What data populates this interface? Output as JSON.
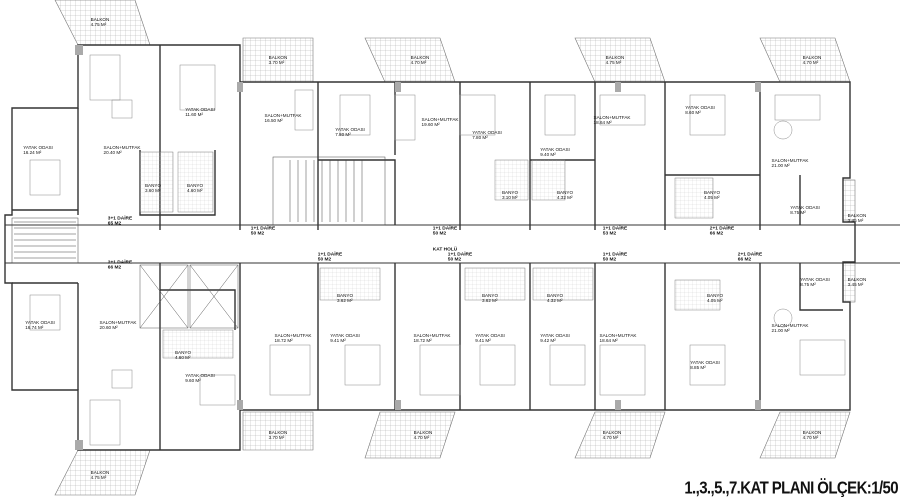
{
  "title": "1.,3.,5.,7.KAT PLANI ÖLÇEK:1/50",
  "corridor_label": "KAT HOLÜ",
  "rooms": [
    {
      "name": "BALKON",
      "area": "4.75 M²"
    },
    {
      "name": "BALKON",
      "area": "3.70 M²"
    },
    {
      "name": "BALKON",
      "area": "4.70 M²"
    },
    {
      "name": "BALKON",
      "area": "4.75 M²"
    },
    {
      "name": "BALKON",
      "area": "4.70 M²"
    },
    {
      "name": "YATAK ODASI",
      "area": "11.60 M²"
    },
    {
      "name": "SALON+MUTFAK",
      "area": "16.50 M²"
    },
    {
      "name": "YATAK ODASI",
      "area": "7.80 M²"
    },
    {
      "name": "SALON+MUTFAK",
      "area": "19.60 M²"
    },
    {
      "name": "YATAK ODASI",
      "area": "7.80 M²"
    },
    {
      "name": "YATAK ODASI",
      "area": "9.40 M²"
    },
    {
      "name": "SALON+MUTFAK",
      "area": "18.64 M²"
    },
    {
      "name": "YATAK ODASI",
      "area": "8.60 M²"
    },
    {
      "name": "SALON+MUTFAK",
      "area": "21.00 M²"
    },
    {
      "name": "YATAK ODASI",
      "area": "8.75 M²"
    },
    {
      "name": "BALKON",
      "area": "3.45 M²"
    },
    {
      "name": "YATAK ODASI",
      "area": "16.24 M²"
    },
    {
      "name": "SALON+MUTFAK",
      "area": "20.40 M²"
    },
    {
      "name": "BANYO",
      "area": "3.60 M²"
    },
    {
      "name": "BANYO",
      "area": "4.60 M²"
    },
    {
      "name": "BANYO",
      "area": "3.10 M²"
    },
    {
      "name": "BANYO",
      "area": "4.32 M²"
    },
    {
      "name": "BANYO",
      "area": "4.05 M²"
    },
    {
      "name": "YATAK ODASI",
      "area": "16.74 M²"
    },
    {
      "name": "SALON+MUTFAK",
      "area": "20.60 M²"
    },
    {
      "name": "BANYO",
      "area": "4.60 M²"
    },
    {
      "name": "YATAK ODASI",
      "area": "9.60 M²"
    },
    {
      "name": "SALON+MUTFAK",
      "area": "18.72 M²"
    },
    {
      "name": "BANYO",
      "area": "3.62 M²"
    },
    {
      "name": "YATAK ODASI",
      "area": "9.41 M²"
    },
    {
      "name": "SALON+MUTFAK",
      "area": "18.72 M²"
    },
    {
      "name": "BANYO",
      "area": "3.62 M²"
    },
    {
      "name": "YATAK ODASI",
      "area": "9.41 M²"
    },
    {
      "name": "BANYO",
      "area": "4.32 M²"
    },
    {
      "name": "YATAK ODASI",
      "area": "9.42 M²"
    },
    {
      "name": "SALON+MUTFAK",
      "area": "18.64 M²"
    },
    {
      "name": "BANYO",
      "area": "4.05 M²"
    },
    {
      "name": "YATAK ODASI",
      "area": "8.85 M²"
    },
    {
      "name": "SALON+MUTFAK",
      "area": "21.00 M²"
    },
    {
      "name": "YATAK ODASI",
      "area": "8.75 M²"
    },
    {
      "name": "BALKON",
      "area": "3.45 M²"
    },
    {
      "name": "BALKON",
      "area": "4.75 M²"
    },
    {
      "name": "BALKON",
      "area": "3.70 M²"
    },
    {
      "name": "BALKON",
      "area": "4.70 M²"
    },
    {
      "name": "BALKON",
      "area": "4.70 M²"
    },
    {
      "name": "BALKON",
      "area": "4.70 M²"
    }
  ],
  "units": [
    {
      "type": "3+1 DAİRE",
      "area": "65 M2"
    },
    {
      "type": "1+1 DAİRE",
      "area": "50 M2"
    },
    {
      "type": "1+1 DAİRE",
      "area": "50 M2"
    },
    {
      "type": "1+1 DAİRE",
      "area": "53 M2"
    },
    {
      "type": "2+1 DAİRE",
      "area": "66 M2"
    },
    {
      "type": "2+1 DAİRE",
      "area": "66 M2"
    },
    {
      "type": "1+1 DAİRE",
      "area": "50 M2"
    },
    {
      "type": "1+1 DAİRE",
      "area": "50 M2"
    },
    {
      "type": "1+1 DAİRE",
      "area": "50 M2"
    },
    {
      "type": "2+1 DAİRE",
      "area": "66 M2"
    }
  ]
}
